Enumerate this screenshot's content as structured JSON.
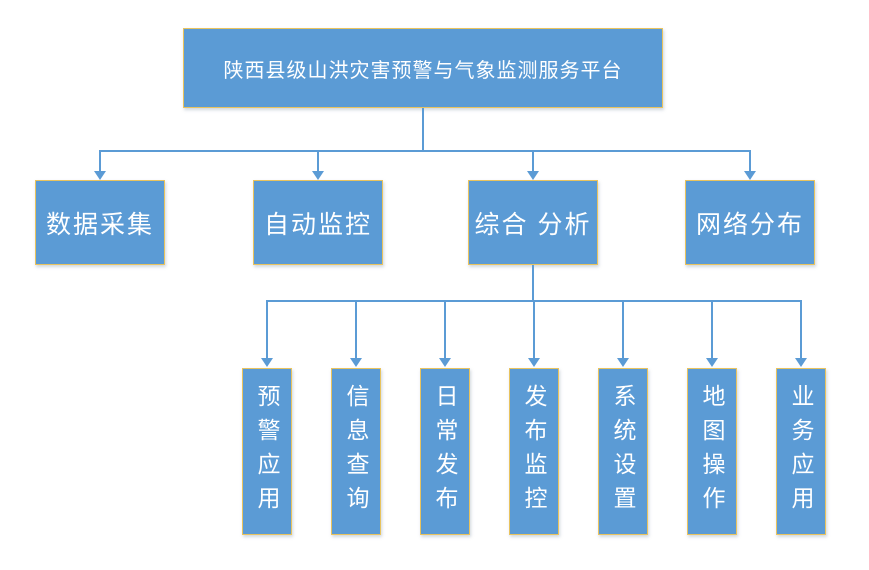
{
  "colors": {
    "box-fill": "#5B9BD5",
    "box-border": "#E8C35F",
    "line": "#5B9BD5",
    "text": "#FFFFFF",
    "bg": "#FFFFFF"
  },
  "root": {
    "label": "陕西县级山洪灾害预警与气象监测服务平台"
  },
  "level2": [
    {
      "label": "数据采集"
    },
    {
      "label": "自动监控"
    },
    {
      "label": "综合 分析"
    },
    {
      "label": "网络分布"
    }
  ],
  "level3": [
    {
      "label": "预警应用"
    },
    {
      "label": "信息查询"
    },
    {
      "label": "日常发布"
    },
    {
      "label": "发布监控"
    },
    {
      "label": "系统设置"
    },
    {
      "label": "地图操作"
    },
    {
      "label": "业务应用"
    }
  ]
}
